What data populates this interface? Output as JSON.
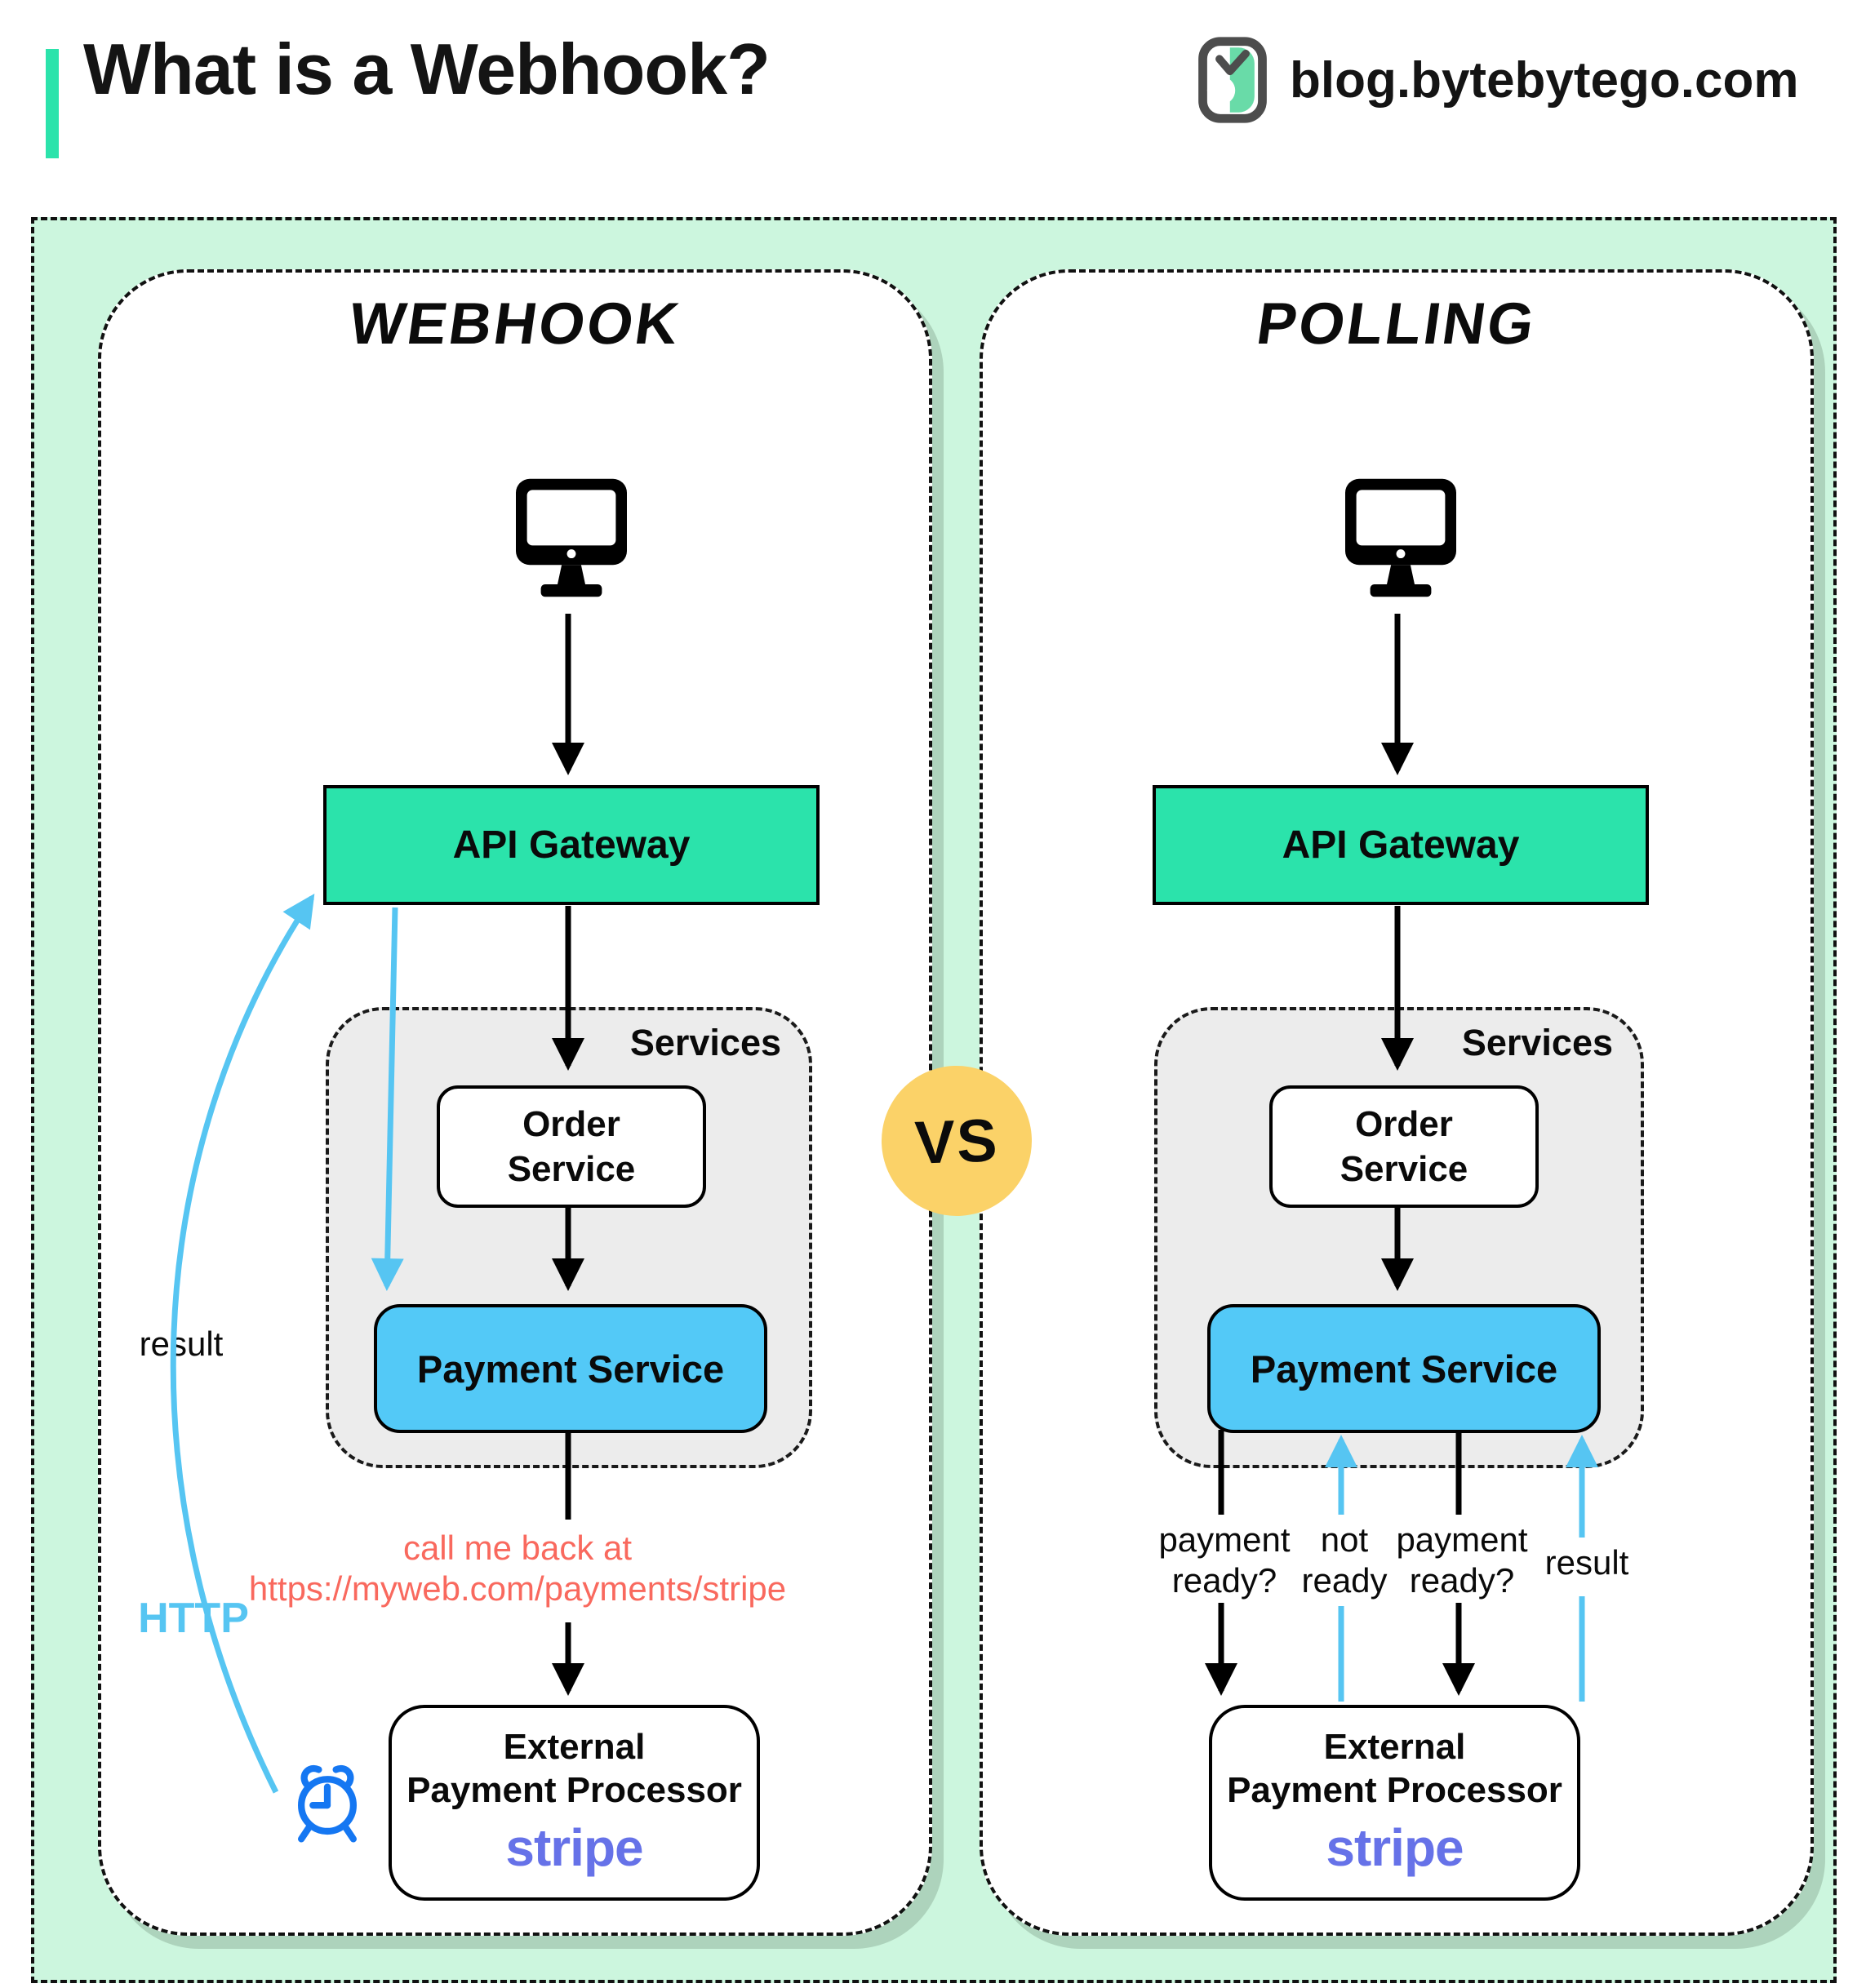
{
  "header": {
    "title": "What is a Webhook?",
    "site": "blog.bytebytego.com",
    "logo_icon": "bytebytego-logo"
  },
  "vs_badge": "VS",
  "colors": {
    "mint-bg": "#ccf6de",
    "teal-accent": "#2be3ab",
    "gateway-green": "#2be3ab",
    "payment-blue": "#53c9f7",
    "services-gray": "#ececec",
    "vs-yellow": "#fbd268",
    "callback-red": "#f9695e",
    "arrow-blue": "#56c5f2",
    "clock-blue": "#1577f2",
    "stripe-purple": "#6672e8"
  },
  "webhook": {
    "title": "Webhook",
    "client_icon": "desktop-computer",
    "api_gateway": "API Gateway",
    "services_label": "Services",
    "order_service": "Order Service",
    "payment_service": "Payment Service",
    "callback_line1": "call me back at",
    "callback_line2": "https://myweb.com/payments/stripe",
    "external_line1": "External",
    "external_line2": "Payment Processor",
    "external_brand": "stripe",
    "result_label": "result",
    "http_label": "HTTP",
    "timer_icon": "alarm-clock"
  },
  "polling": {
    "title": "Polling",
    "client_icon": "desktop-computer",
    "api_gateway": "API Gateway",
    "services_label": "Services",
    "order_service": "Order Service",
    "payment_service": "Payment Service",
    "arrow_labels": {
      "poll1": "payment ready?",
      "not_ready": "not ready",
      "poll2": "payment ready?",
      "result": "result"
    },
    "external_line1": "External",
    "external_line2": "Payment Processor",
    "external_brand": "stripe"
  }
}
